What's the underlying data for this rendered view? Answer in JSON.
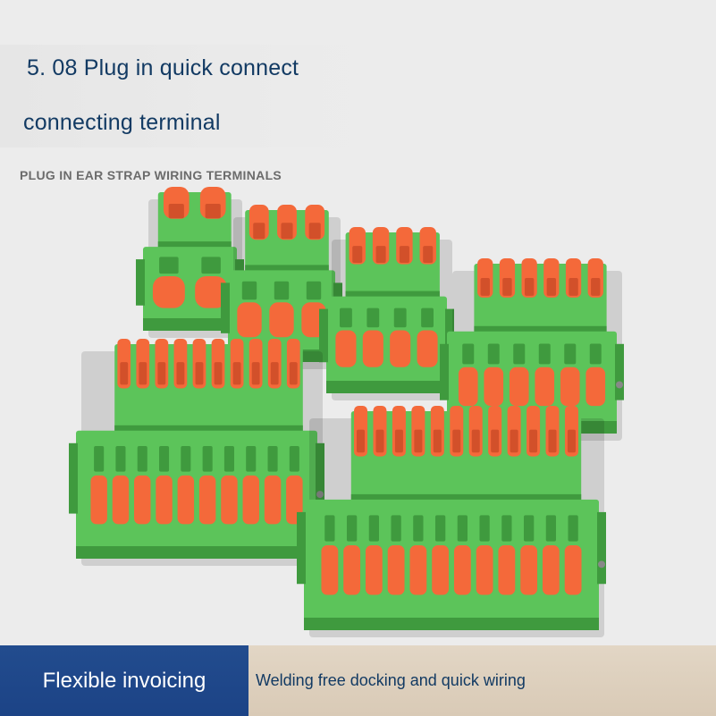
{
  "header": {
    "title_line_1": "5. 08 Plug in quick connect",
    "title_line_2": "connecting terminal",
    "subtitle": "PLUG IN EAR STRAP WIRING TERMINALS"
  },
  "image": {
    "subject": "green-terminal-blocks-with-orange-levers",
    "colors": {
      "housing": "#5cc45a",
      "housing_dark": "#3f9a3e",
      "lever": "#f4693a",
      "lever_dark": "#d2502a",
      "background": "#ececec"
    },
    "connectors": [
      {
        "pins": 2
      },
      {
        "pins": 3
      },
      {
        "pins": 4
      },
      {
        "pins": 6
      },
      {
        "pins": 10
      },
      {
        "pins": 12
      }
    ]
  },
  "banner": {
    "left_label": "Flexible invoicing",
    "right_label": "Welding free docking and quick wiring",
    "colors": {
      "left_bg": "#1e4688",
      "right_bg": "#ddd0bd",
      "text_dark": "#123a63"
    }
  }
}
